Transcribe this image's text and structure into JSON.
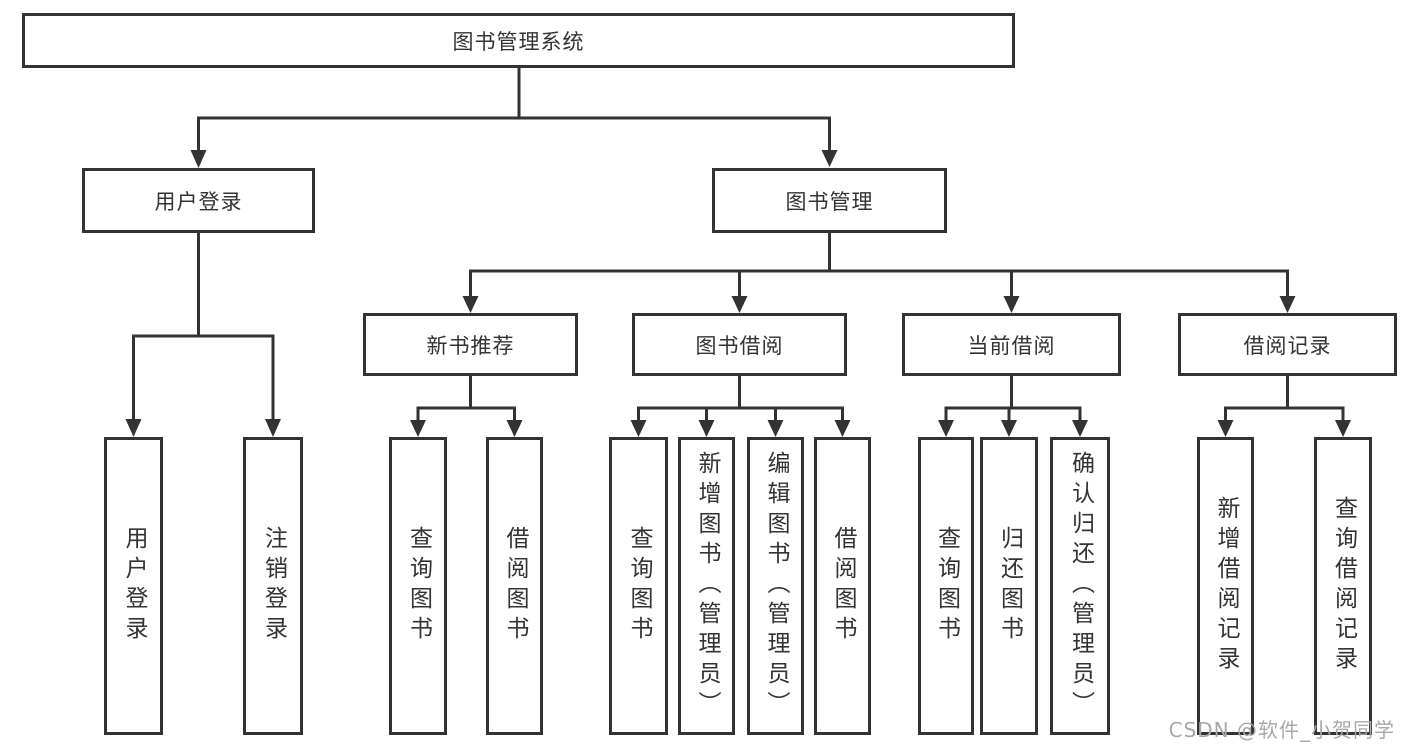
{
  "diagram": {
    "root": {
      "label": "图书管理系统"
    },
    "level2": [
      {
        "id": "user-login",
        "label": "用户登录"
      },
      {
        "id": "book-management",
        "label": "图书管理"
      }
    ],
    "level3": [
      {
        "id": "new-book-recommend",
        "label": "新书推荐",
        "parent": "book-management"
      },
      {
        "id": "book-borrowing",
        "label": "图书借阅",
        "parent": "book-management"
      },
      {
        "id": "current-borrowing",
        "label": "当前借阅",
        "parent": "book-management"
      },
      {
        "id": "borrowing-records",
        "label": "借阅记录",
        "parent": "book-management"
      }
    ],
    "level4": [
      {
        "id": "user-login-leaf",
        "label": "用户登录",
        "parent": "user-login"
      },
      {
        "id": "logout-leaf",
        "label": "注销登录",
        "parent": "user-login"
      },
      {
        "id": "search-books-recommend",
        "label": "查询图书",
        "parent": "new-book-recommend"
      },
      {
        "id": "borrow-books-recommend",
        "label": "借阅图书",
        "parent": "new-book-recommend"
      },
      {
        "id": "search-books-borrowing",
        "label": "查询图书",
        "parent": "book-borrowing"
      },
      {
        "id": "add-book-admin",
        "label": "新增图书（管理员）",
        "parent": "book-borrowing"
      },
      {
        "id": "edit-book-admin",
        "label": "编辑图书（管理员）",
        "parent": "book-borrowing"
      },
      {
        "id": "borrow-books",
        "label": "借阅图书",
        "parent": "book-borrowing"
      },
      {
        "id": "search-books-current",
        "label": "查询图书",
        "parent": "current-borrowing"
      },
      {
        "id": "return-books",
        "label": "归还图书",
        "parent": "current-borrowing"
      },
      {
        "id": "confirm-return-admin",
        "label": "确认归还（管理员）",
        "parent": "current-borrowing"
      },
      {
        "id": "add-borrow-record",
        "label": "新增借阅记录",
        "parent": "borrowing-records"
      },
      {
        "id": "search-borrow-record",
        "label": "查询借阅记录",
        "parent": "borrowing-records"
      }
    ]
  },
  "watermark": {
    "text": "CSDN @软件_小贺同学"
  },
  "colors": {
    "line": "#333333",
    "text": "#333333",
    "box_background": "#ffffff",
    "background": "#ffffff",
    "watermark": "#a8a8a8"
  }
}
